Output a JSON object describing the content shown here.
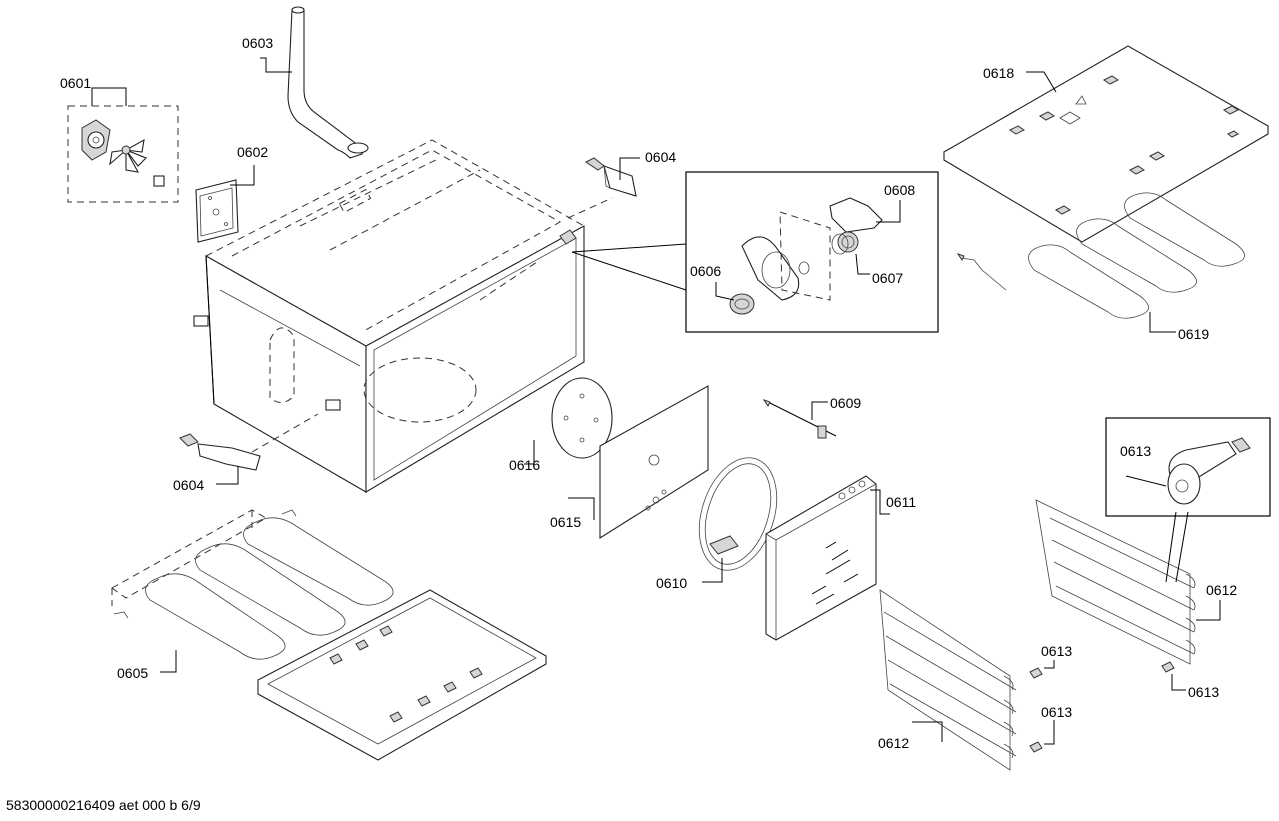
{
  "labels": {
    "l0601": "0601",
    "l0602": "0602",
    "l0603": "0603",
    "l0604a": "0604",
    "l0604b": "0604",
    "l0605": "0605",
    "l0606": "0606",
    "l0607": "0607",
    "l0608": "0608",
    "l0609": "0609",
    "l0610": "0610",
    "l0611": "0611",
    "l0612a": "0612",
    "l0612b": "0612",
    "l0613a": "0613",
    "l0613b": "0613",
    "l0613c": "0613",
    "l0613d": "0613",
    "l0615": "0615",
    "l0616": "0616",
    "l0618": "0618",
    "l0619": "0619"
  },
  "footer": "58300000216409 aet 000 b 6/9"
}
